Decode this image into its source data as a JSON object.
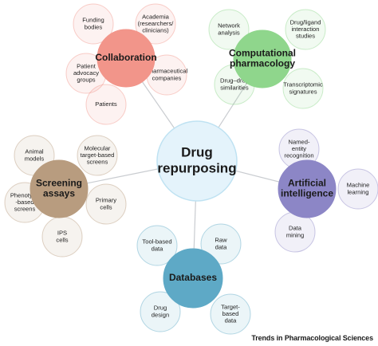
{
  "center": {
    "label": [
      "Drug",
      "repurposing"
    ]
  },
  "hubs": {
    "collaboration": {
      "label": [
        "Collaboration"
      ],
      "satellites": [
        [
          "Funding",
          "bodies"
        ],
        [
          "Academia",
          "(researchers/",
          "clinicians)"
        ],
        [
          "Patient",
          "advocacy",
          "groups"
        ],
        [
          "Pharmaceutical",
          "companies"
        ],
        [
          "Patients"
        ]
      ]
    },
    "computational": {
      "label": [
        "Computational",
        "pharmacology"
      ],
      "satellites": [
        [
          "Network",
          "analysis"
        ],
        [
          "Drug/ligand",
          "interaction",
          "studies"
        ],
        [
          "Drug–drug",
          "similarities"
        ],
        [
          "Transcriptomic",
          "signatures"
        ]
      ]
    },
    "screening": {
      "label": [
        "Screening",
        "assays"
      ],
      "satellites": [
        [
          "Animal",
          "models"
        ],
        [
          "Molecular",
          "target-based",
          "screens"
        ],
        [
          "Phenotype",
          "-based",
          "screens"
        ],
        [
          "Primary",
          "cells"
        ],
        [
          "IPS",
          "cells"
        ]
      ]
    },
    "ai": {
      "label": [
        "Artificial",
        "intelligence"
      ],
      "satellites": [
        [
          "Named-",
          "entity",
          "recognition"
        ],
        [
          "Machine",
          "learning"
        ],
        [
          "Data",
          "mining"
        ]
      ]
    },
    "databases": {
      "label": [
        "Databases"
      ],
      "satellites": [
        [
          "Tool-based",
          "data"
        ],
        [
          "Raw",
          "data"
        ],
        [
          "Drug",
          "design"
        ],
        [
          "Target-",
          "based",
          "data"
        ]
      ]
    }
  },
  "colors": {
    "collaboration": "#f2958a",
    "computational": "#8fd68c",
    "screening": "#b89c7f",
    "ai": "#8c86c6",
    "databases": "#5ea9c6",
    "center": "#e4f3fb"
  },
  "footer": "Trends in Pharmacological Sciences"
}
